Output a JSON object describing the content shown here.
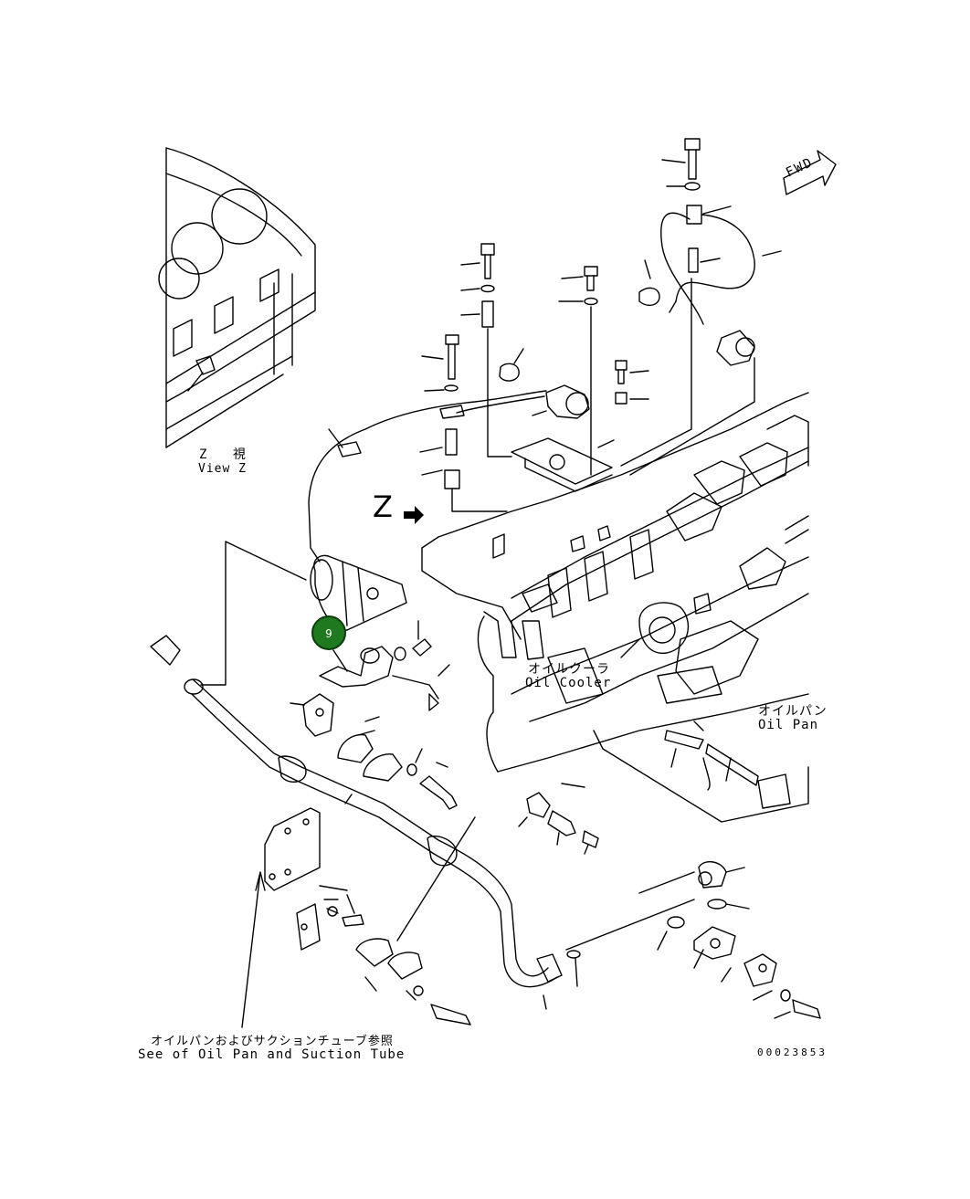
{
  "labels": {
    "view_z_jp": "Z 視",
    "view_z_en": "View Z",
    "z_arrow": "Z",
    "oil_cooler_jp": "オイルクーラ",
    "oil_cooler_en": "Oil Cooler",
    "oil_pan_jp": "オイルパン",
    "oil_pan_en": "Oil Pan",
    "see_ref_jp": "オイルパンおよびサクションチューブ参照",
    "see_ref_en": "See of Oil Pan and Suction Tube",
    "drawing_number": "00023853",
    "fwd": "FWD"
  },
  "callout": {
    "number": "9",
    "color": "#1f7a1f"
  },
  "colors": {
    "line": "#000000",
    "background": "#ffffff"
  }
}
